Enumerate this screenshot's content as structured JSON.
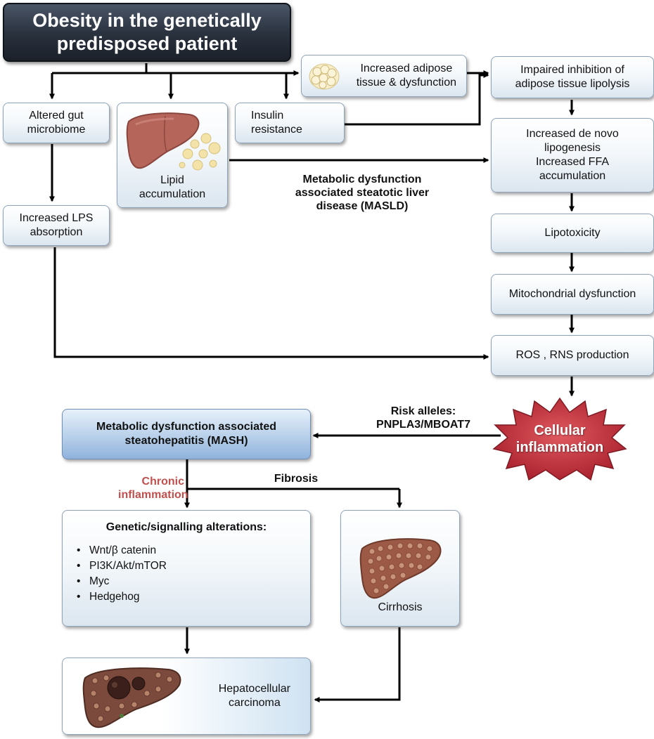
{
  "title": "Obesity in the genetically\npredisposed patient",
  "nodes": {
    "adipose": "Increased adipose\ntissue & dysfunction",
    "lipolysis": "Impaired inhibition of\nadipose tissue lipolysis",
    "gut": "Altered gut\nmicrobiome",
    "lipid": "Lipid\naccumulation",
    "insulin": "Insulin\nresistance",
    "denovo": "Increased de novo\nlipogenesis\nIncreased FFA\naccumulation",
    "lps": "Increased LPS\nabsorption",
    "lipotox": "Lipotoxicity",
    "mito": "Mitochondrial dysfunction",
    "ros": "ROS , RNS production",
    "mash": "Metabolic dysfunction associated\nsteatohepatitis (MASH)",
    "inflammation": "Cellular\ninflammation",
    "cirrhosis": "Cirrhosis",
    "hcc": "Hepatocellular\ncarcinoma"
  },
  "labels": {
    "masld": "Metabolic dysfunction\nassociated steatotic liver\ndisease (MASLD)",
    "risk": "Risk alleles:\nPNPLA3/MBOAT7",
    "chronic": "Chronic\ninflammation",
    "fibrosis": "Fibrosis"
  },
  "genetic": {
    "title": "Genetic/signalling alterations:",
    "items": [
      "Wnt/β catenin",
      "PI3K/Akt/mTOR",
      "Myc",
      "Hedgehog"
    ]
  },
  "colors": {
    "title_bg": "#2b3340",
    "box_border": "#8fa4b8",
    "mash_fill": "#b8d0ea",
    "inflammation_star": "#c9323d",
    "chronic_text": "#c0504d",
    "liver": "#b5655a",
    "fat_droplet": "#f3e3a8"
  },
  "icons": [
    "liver-icon",
    "fat-droplets-icon",
    "adipose-cells-icon",
    "cirrhotic-liver-icon",
    "tumor-liver-icon",
    "star-burst-icon"
  ]
}
